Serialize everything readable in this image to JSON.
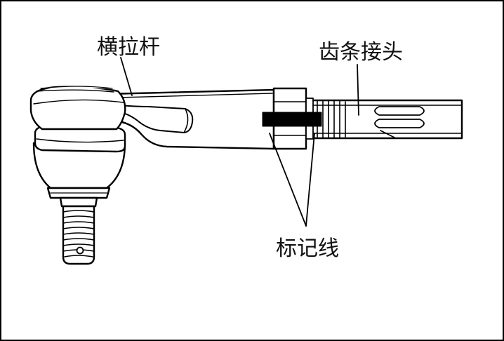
{
  "labels": {
    "tie_rod": "横拉杆",
    "rack_joint": "齿条接头",
    "mark_line": "标记线"
  },
  "colors": {
    "ink": "#000000",
    "paper": "#ffffff",
    "text": "#111111"
  }
}
